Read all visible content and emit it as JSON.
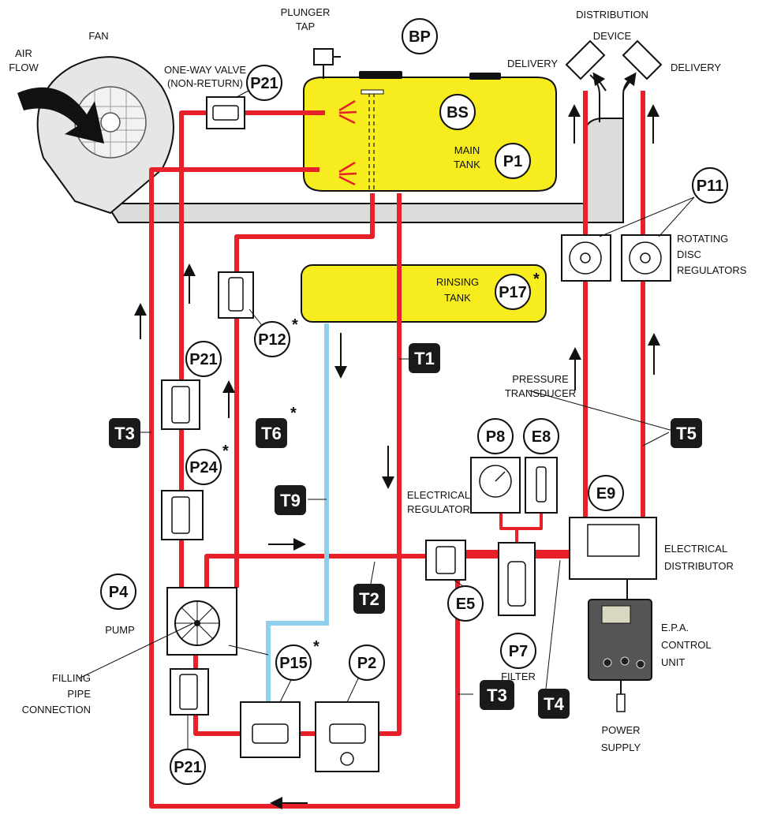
{
  "colors": {
    "pipe_red": "#e8202a",
    "pipe_blue": "#8fd0ec",
    "tank_yellow": "#f7ec1e",
    "tag_black": "#1a1a1a",
    "duct_gray": "#dcdcdc"
  },
  "labels": {
    "plunger_tap": [
      "PLUNGER",
      "TAP"
    ],
    "fan": "FAN",
    "air_flow": [
      "AIR",
      "FLOW"
    ],
    "one_way_valve": [
      "ONE-WAY VALVE",
      "(NON-RETURN)"
    ],
    "distribution_device": [
      "DISTRIBUTION",
      "DEVICE"
    ],
    "delivery_left": "DELIVERY",
    "delivery_right": "DELIVERY",
    "main_tank": [
      "MAIN",
      "TANK"
    ],
    "rinsing_tank": [
      "RINSING",
      "TANK"
    ],
    "rotating_disc_regulators": [
      "ROTATING",
      "DISC",
      "REGULATORS"
    ],
    "pressure_transducer": [
      "PRESSURE",
      "TRANSDUCER"
    ],
    "electrical_regulator": [
      "ELECTRICAL",
      "REGULATOR"
    ],
    "electrical_distributor": [
      "ELECTRICAL",
      "DISTRIBUTOR"
    ],
    "epa_control_unit": [
      "E.P.A.",
      "CONTROL",
      "UNIT"
    ],
    "power_supply": [
      "POWER",
      "SUPPLY"
    ],
    "pump": "PUMP",
    "filter": "FILTER",
    "filling_pipe_connection": [
      "FILLING",
      "PIPE",
      "CONNECTION"
    ]
  },
  "circle_tags": {
    "bp": "BP",
    "bs": "BS",
    "p1": "P1",
    "p21_top": "P21",
    "p21_mid": "P21",
    "p21_bottom": "P21",
    "p11": "P11",
    "p17": "P17",
    "p12": "P12",
    "p24": "P24",
    "p8": "P8",
    "e8": "E8",
    "e9": "E9",
    "p4": "P4",
    "e5": "E5",
    "p7": "P7",
    "p15": "P15",
    "p2": "P2"
  },
  "box_tags": {
    "t1": "T1",
    "t2": "T2",
    "t3_left": "T3",
    "t3_bottom": "T3",
    "t4": "T4",
    "t5": "T5",
    "t6": "T6",
    "t9": "T9"
  },
  "asterisk": "*"
}
